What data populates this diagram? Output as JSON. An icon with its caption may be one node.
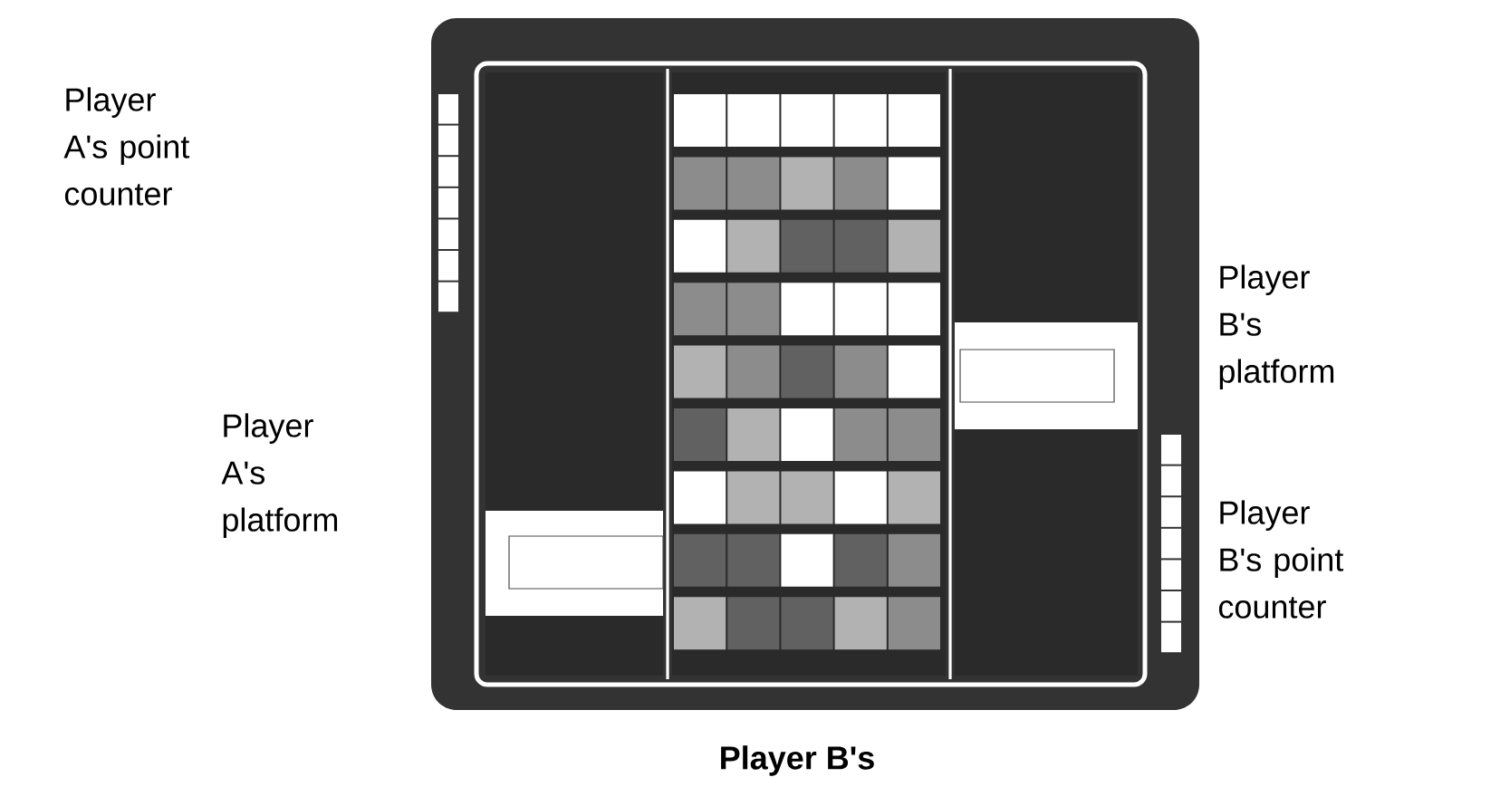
{
  "diagram": {
    "caption": "Player B's",
    "labels": [
      "Player A's point counter",
      "Player A's platform",
      "Player B's platform",
      "Player B's point counter"
    ]
  }
}
